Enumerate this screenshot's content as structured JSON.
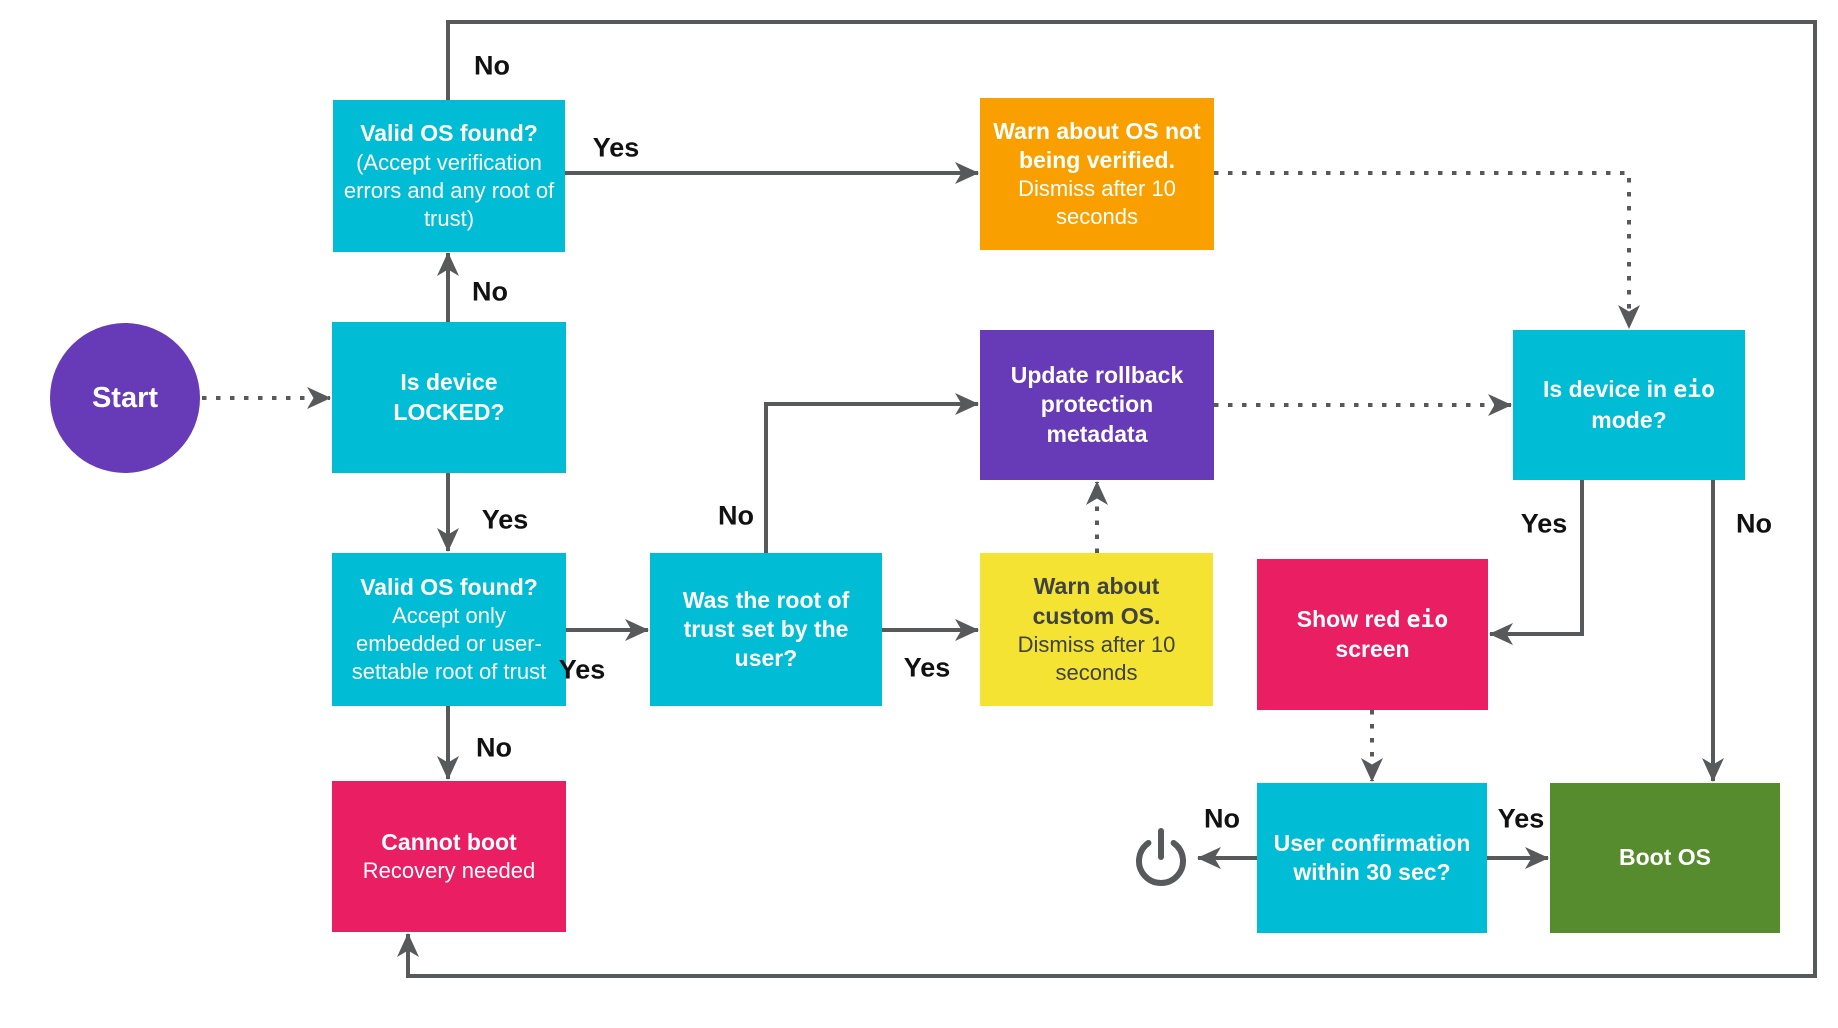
{
  "colors": {
    "cyan": "#00BCD4",
    "purple": "#673AB7",
    "orange": "#F9A000",
    "yellow": "#F4E333",
    "pink": "#E91E63",
    "green": "#568C2D",
    "line": "#58595B",
    "label_text": "#111111",
    "yellow_text": "#3F4245"
  },
  "start": {
    "label": "Start"
  },
  "nodes": {
    "valid_os_top": {
      "title": "Valid OS found?",
      "subtitle": "(Accept verification errors and any root of trust)"
    },
    "warn_unverified": {
      "title": "Warn about OS not being verified.",
      "subtitle": "Dismiss after 10 seconds"
    },
    "is_locked": {
      "title": "Is device LOCKED?"
    },
    "update_rollback": {
      "title": "Update rollback protection metadata"
    },
    "is_eio_mode": {
      "title_pre": "Is device in ",
      "title_mono": "eio",
      "title_post": " mode?"
    },
    "valid_os_bottom": {
      "title": "Valid OS found?",
      "subtitle": "Accept only embedded or user-settable root of trust"
    },
    "root_of_trust": {
      "title": "Was the root of trust set by the user?"
    },
    "warn_custom": {
      "title": "Warn about custom OS.",
      "subtitle": "Dismiss after 10 seconds"
    },
    "show_red_eio": {
      "title_pre": "Show red ",
      "title_mono": "eio",
      "title_post": " screen"
    },
    "cannot_boot": {
      "title": "Cannot boot",
      "subtitle": "Recovery needed"
    },
    "user_confirmation": {
      "title": "User confirmation within 30 sec?"
    },
    "boot_os": {
      "title": "Boot OS"
    }
  },
  "edge_labels": {
    "locked_no": "No",
    "locked_yes": "Yes",
    "valid_top_no": "No",
    "valid_top_yes": "Yes",
    "valid_bottom_yes": "Yes",
    "valid_bottom_no": "No",
    "root_no": "No",
    "root_yes": "Yes",
    "eio_yes": "Yes",
    "eio_no": "No",
    "confirm_no": "No",
    "confirm_yes": "Yes"
  },
  "icons": {
    "power": "power-symbol"
  }
}
